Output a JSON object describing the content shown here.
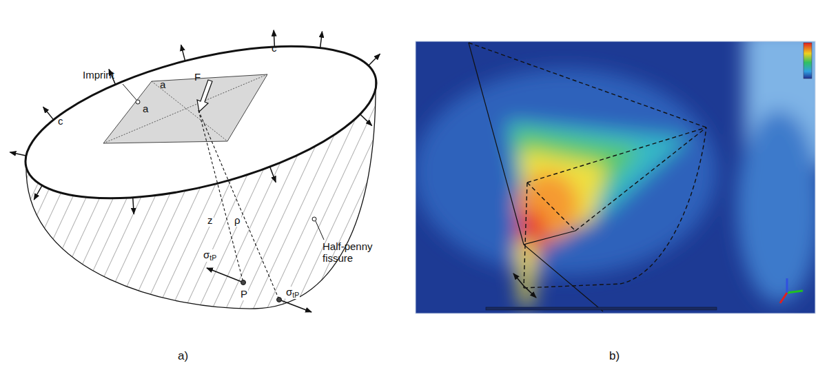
{
  "diagram": {
    "labels": [
      "Imprint",
      "a",
      "a",
      "F",
      "c",
      "c",
      "z",
      "ρ",
      "σtP",
      "σtP",
      "P",
      "Half-penny fissure",
      "a)",
      "b)"
    ]
  }
}
